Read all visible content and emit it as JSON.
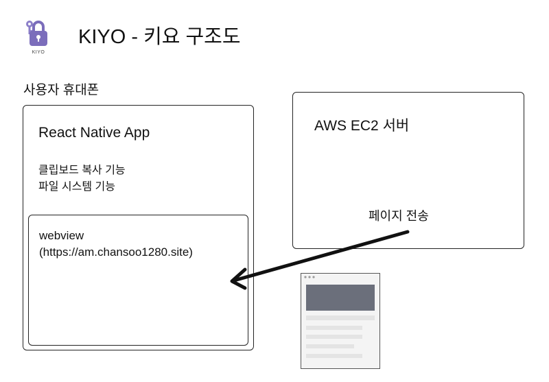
{
  "header": {
    "logo_caption": "KIYO",
    "title": "KIYO - 키요 구조도"
  },
  "device": {
    "label": "사용자 휴대폰",
    "app": {
      "title": "React Native App",
      "features": [
        "클립보드 복사 기능",
        "파일 시스템 기능"
      ]
    },
    "webview": {
      "label": "webview",
      "url": "(https://am.chansoo1280.site)"
    }
  },
  "server": {
    "title": "AWS EC2 서버",
    "transfer_label": "페이지 전송"
  },
  "icons": {
    "logo": "padlock-key-icon",
    "arrow": "transfer-arrow-icon",
    "page": "webpage-thumbnail-icon"
  },
  "colors": {
    "logo_purple": "#7b6dbb",
    "arrow": "#111111",
    "thumb_header": "#6b6f7b",
    "thumb_body": "#f1f1f1"
  }
}
